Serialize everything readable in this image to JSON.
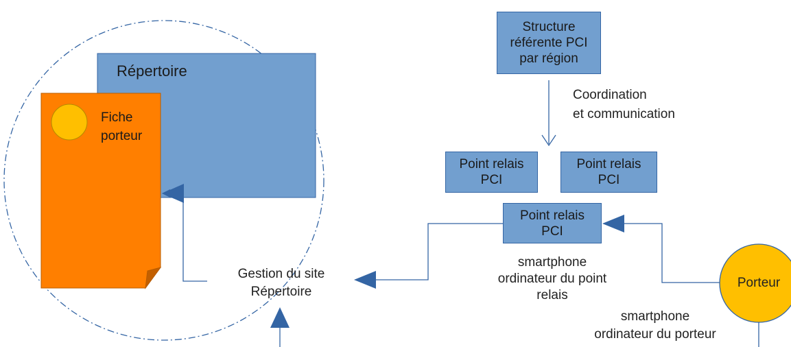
{
  "repertoire": {
    "title": "Répertoire"
  },
  "fiche": {
    "label": "Fiche\nporteur"
  },
  "gestion": {
    "label": "Gestion du site\nRépertoire"
  },
  "structure": {
    "label": "Structure\nréférente PCI\npar région"
  },
  "coordination": {
    "label": "Coordination\net communication"
  },
  "relais_left": {
    "label": "Point relais\nPCI"
  },
  "relais_right": {
    "label": "Point relais\nPCI"
  },
  "relais_center": {
    "label": "Point relais\nPCI"
  },
  "relais_devices": {
    "label": "smartphone\nordinateur du point\nrelais"
  },
  "porteur": {
    "label": "Porteur"
  },
  "porteur_devices": {
    "label": "smartphone\nordinateur du porteur"
  },
  "colors": {
    "box_fill": "#729fcf",
    "box_stroke": "#3465a4",
    "document_fill": "#ff7f00",
    "circle_fill": "#ffbf00",
    "arrow": "#3465a4"
  }
}
